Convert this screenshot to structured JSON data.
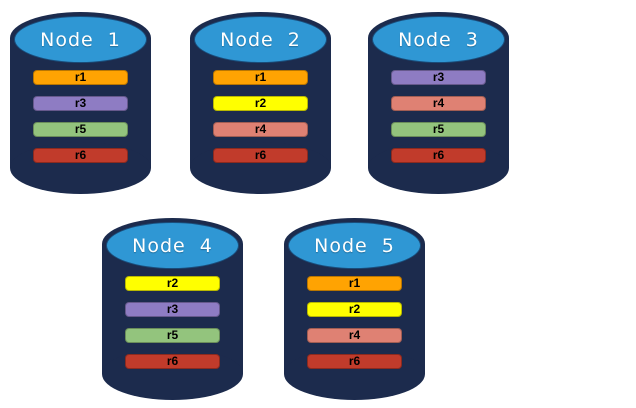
{
  "figure": {
    "description": "Distributed database nodes with replicated partitions",
    "background": "#FFFFFF"
  },
  "colors": {
    "cylinder_body": "#1C2B4D",
    "cylinder_top": "#2F97D4",
    "r1": "#FFA302",
    "r2": "#FFFF00",
    "r3": "#8E7CC3",
    "r4": "#DF8173",
    "r5": "#93C47D",
    "r6": "#C13B2B",
    "bar_text": "#000000",
    "title_text": "#FFFFFF"
  },
  "nodes": [
    {
      "label": "Node  1",
      "partitions": [
        "r1",
        "r3",
        "r5",
        "r6"
      ]
    },
    {
      "label": "Node  2",
      "partitions": [
        "r1",
        "r2",
        "r4",
        "r6"
      ]
    },
    {
      "label": "Node  3",
      "partitions": [
        "r3",
        "r4",
        "r5",
        "r6"
      ]
    },
    {
      "label": "Node  4",
      "partitions": [
        "r2",
        "r3",
        "r5",
        "r6"
      ]
    },
    {
      "label": "Node  5",
      "partitions": [
        "r1",
        "r2",
        "r4",
        "r6"
      ]
    }
  ]
}
